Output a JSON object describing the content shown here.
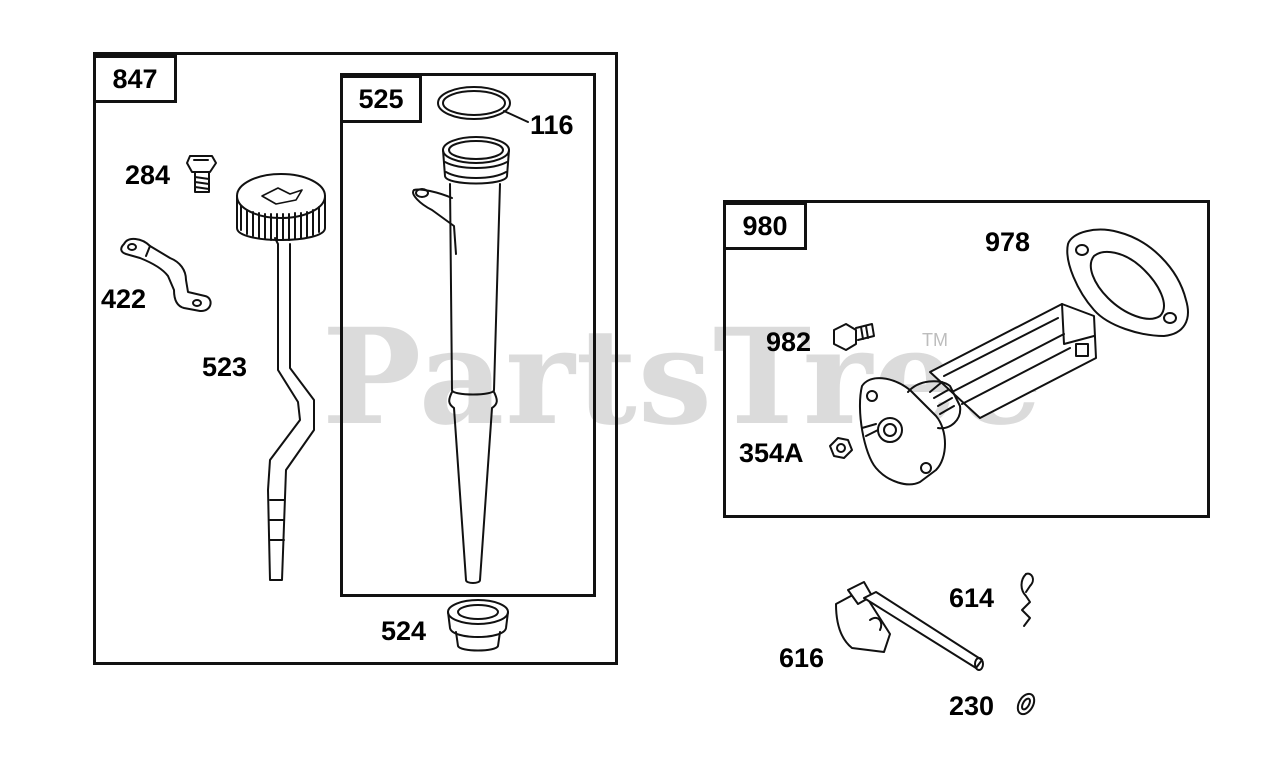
{
  "watermark": {
    "text": "PartsTree",
    "trademark": "TM"
  },
  "groups": {
    "group_847": {
      "label": "847"
    },
    "group_525": {
      "label": "525"
    },
    "group_980": {
      "label": "980"
    }
  },
  "callouts": {
    "p116": "116",
    "p284": "284",
    "p422": "422",
    "p523": "523",
    "p524": "524",
    "p978": "978",
    "p982": "982",
    "p354a": "354A",
    "p614": "614",
    "p616": "616",
    "p230": "230"
  },
  "colors": {
    "line": "#111111",
    "watermark": "#cfcfcf",
    "background": "#ffffff"
  }
}
